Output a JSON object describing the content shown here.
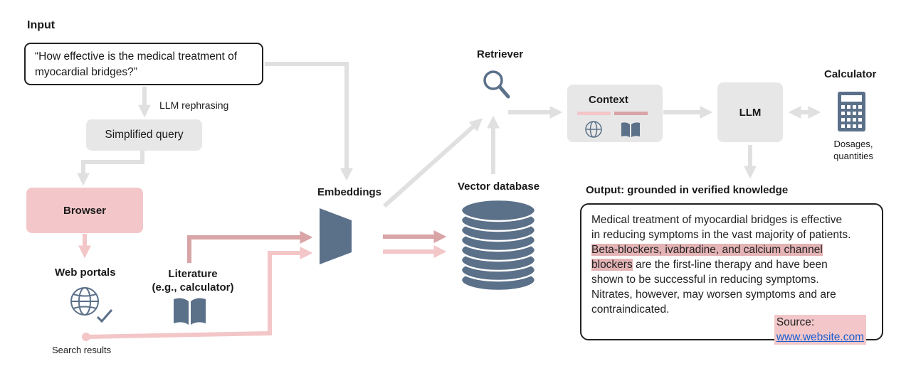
{
  "labels": {
    "input": "Input",
    "llm_rephrasing": "LLM rephrasing",
    "simplified_query": "Simplified query",
    "browser": "Browser",
    "web_portals": "Web portals",
    "search_results": "Search results",
    "literature_line1": "Literature",
    "literature_line2": "(e.g., calculator)",
    "embeddings": "Embeddings",
    "vector_database": "Vector database",
    "retriever": "Retriever",
    "context": "Context",
    "llm": "LLM",
    "calculator": "Calculator",
    "dosages_line1": "Dosages,",
    "dosages_line2": "quantities",
    "output_title": "Output: grounded in verified knowledge"
  },
  "query": {
    "line1": "“How effective is the medical treatment of",
    "line2": "myocardial bridges?”"
  },
  "output": {
    "line1": "Medical treatment of myocardial bridges is effective",
    "line2": "in reducing symptoms in the vast majority of patients.",
    "line3_hl": "Beta-blockers, ivabradine, and calcium channel",
    "line4_hl": "blockers",
    "line4_rest": " are the first-line therapy and have been",
    "line5": "shown to be  successful in reducing symptoms.",
    "line6": "Nitrates, however, may worsen symptoms and are",
    "line7": "contraindicated.",
    "source_label": "Source: ",
    "source_link": "www.website.com"
  },
  "colors": {
    "gray_arrow": "#e0e0e0",
    "pink_arrow": "#f3c6c8",
    "dark_pink_arrow": "#d8a4a6",
    "slate": "#5b7089",
    "browser_fill": "#f3c7c9",
    "box_gray": "#e7e7e7"
  },
  "icons": [
    "globe-icon",
    "check-icon",
    "book-icon",
    "search-icon",
    "database-icon",
    "calculator-icon"
  ]
}
